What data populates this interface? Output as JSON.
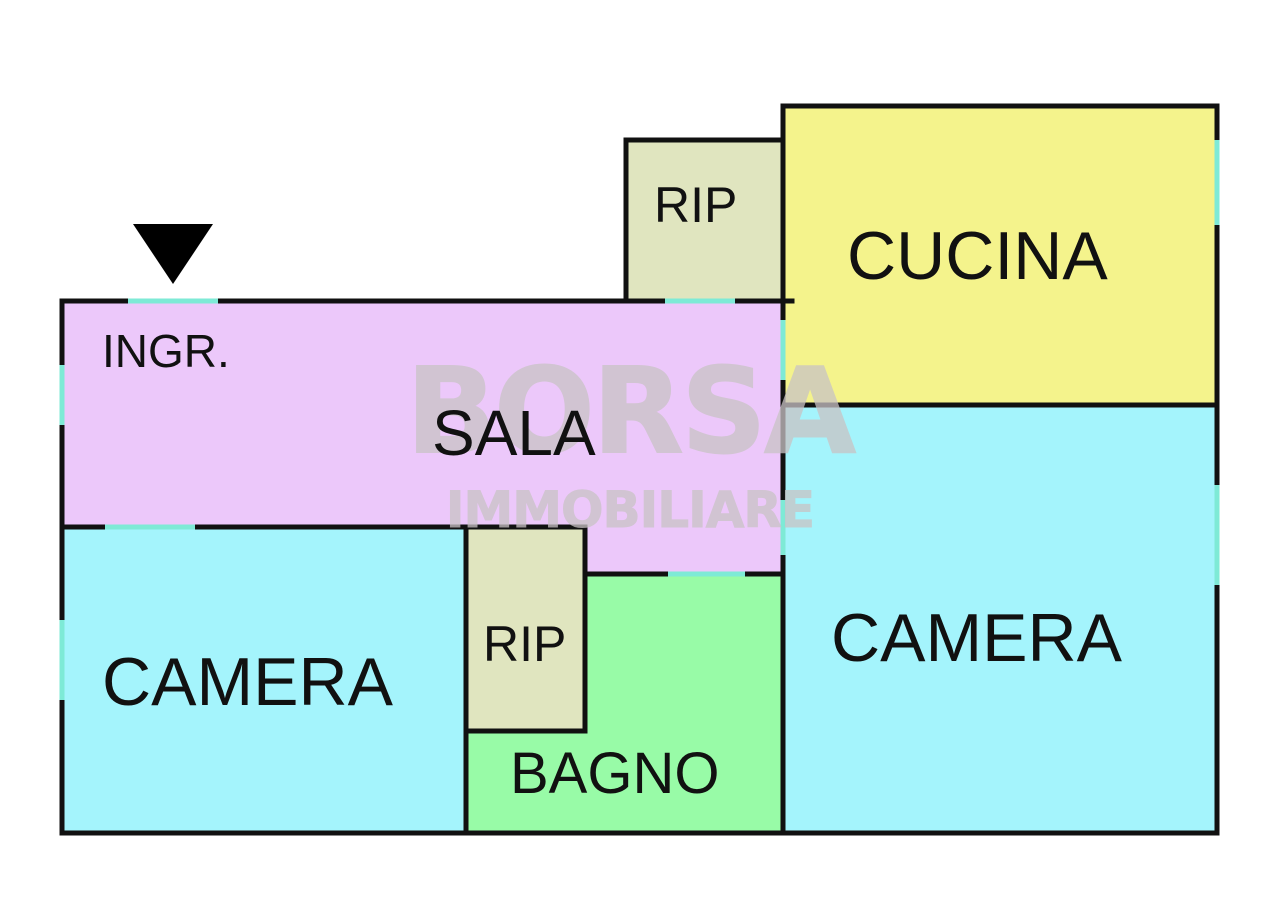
{
  "plan": {
    "rooms": {
      "ingresso": "INGR.",
      "sala": "SALA",
      "cucina": "CUCINA",
      "ripostiglio_top": "RIP",
      "ripostiglio_center": "RIP",
      "camera_left": "CAMERA",
      "camera_right": "CAMERA",
      "bagno": "BAGNO"
    },
    "colors": {
      "sala": "#ecc8fa",
      "cucina": "#f4f38c",
      "ripostiglio": "#e0e5bf",
      "camera": "#a4f4fc",
      "bagno": "#98fba7",
      "wall": "#111111",
      "window": "#7eead6",
      "entrance_marker": "#000000"
    },
    "entrance_marker_icon": "down-triangle-icon"
  },
  "watermark": {
    "brand": "BORSA",
    "tagline": "IMMOBILIARE"
  }
}
